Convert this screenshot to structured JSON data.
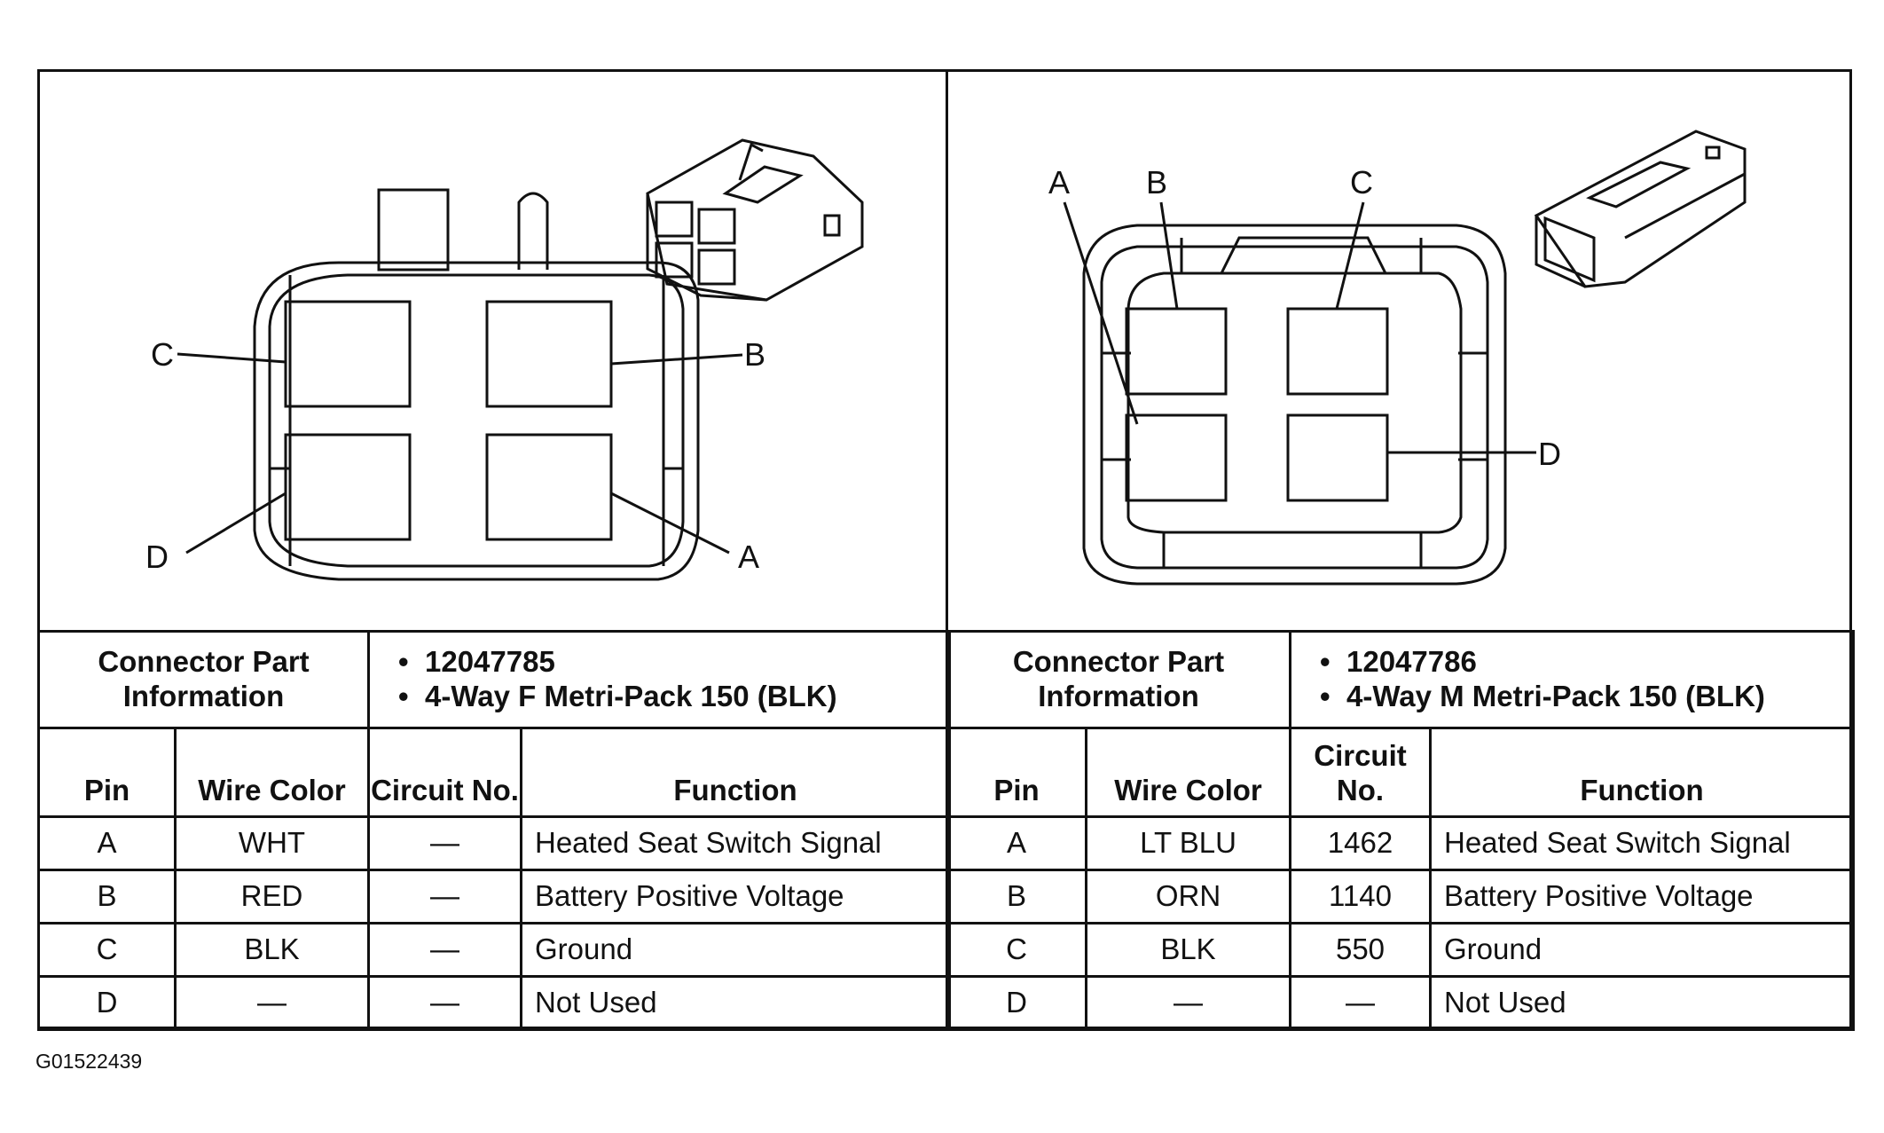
{
  "left": {
    "pin_labels": {
      "A": "A",
      "B": "B",
      "C": "C",
      "D": "D"
    },
    "info_title": "Connector Part Information",
    "info_lines": [
      "12047785",
      "4-Way F Metri-Pack 150 (BLK)"
    ],
    "headers": {
      "pin": "Pin",
      "wire_color": "Wire Color",
      "circuit": "Circuit No.",
      "function": "Function"
    },
    "rows": [
      {
        "pin": "A",
        "wire": "WHT",
        "circuit": "—",
        "function": "Heated Seat Switch Signal"
      },
      {
        "pin": "B",
        "wire": "RED",
        "circuit": "—",
        "function": "Battery Positive Voltage"
      },
      {
        "pin": "C",
        "wire": "BLK",
        "circuit": "—",
        "function": "Ground"
      },
      {
        "pin": "D",
        "wire": "—",
        "circuit": "—",
        "function": "Not Used"
      }
    ]
  },
  "right": {
    "pin_labels": {
      "A": "A",
      "B": "B",
      "C": "C",
      "D": "D"
    },
    "info_title": "Connector Part Information",
    "info_lines": [
      "12047786",
      "4-Way M Metri-Pack 150 (BLK)"
    ],
    "headers": {
      "pin": "Pin",
      "wire_color": "Wire Color",
      "circuit": "Circuit No.",
      "function": "Function"
    },
    "rows": [
      {
        "pin": "A",
        "wire": "LT BLU",
        "circuit": "1462",
        "function": "Heated Seat Switch Signal"
      },
      {
        "pin": "B",
        "wire": "ORN",
        "circuit": "1140",
        "function": "Battery Positive Voltage"
      },
      {
        "pin": "C",
        "wire": "BLK",
        "circuit": "550",
        "function": "Ground"
      },
      {
        "pin": "D",
        "wire": "—",
        "circuit": "—",
        "function": "Not Used"
      }
    ]
  },
  "figure_id": "G01522439"
}
